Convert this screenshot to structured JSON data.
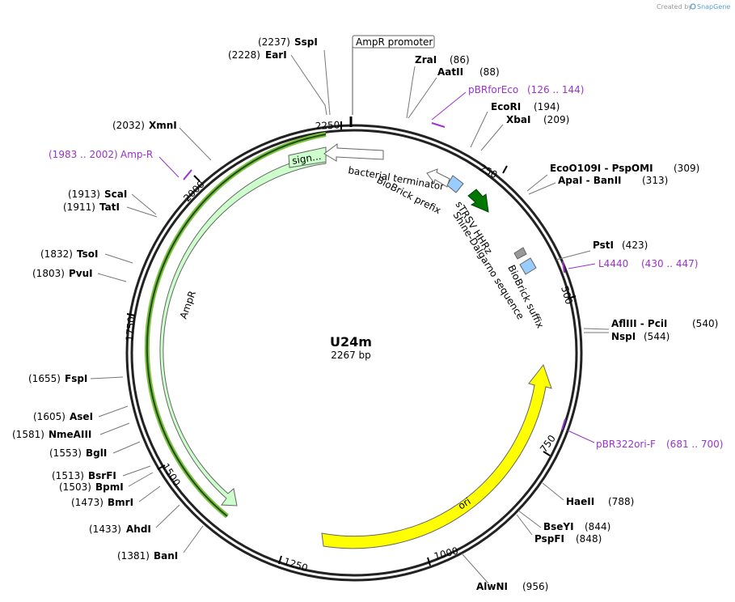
{
  "credit": {
    "created_by": "Created by",
    "brand": "SnapGene"
  },
  "plasmid": {
    "name": "U24m",
    "length_label": "2267 bp"
  },
  "ticks": [
    "250",
    "500",
    "750",
    "1000",
    "1250",
    "1500",
    "1750",
    "2000",
    "2250"
  ],
  "enzymes": [
    {
      "id": "sspi",
      "name": "SspI",
      "pos": "(2237)"
    },
    {
      "id": "eari",
      "name": "EarI",
      "pos": "(2228)"
    },
    {
      "id": "zrai",
      "name": "ZraI",
      "pos": "(86)"
    },
    {
      "id": "aatii",
      "name": "AatII",
      "pos": "(88)"
    },
    {
      "id": "ecori",
      "name": "EcoRI",
      "pos": "(194)"
    },
    {
      "id": "xbai",
      "name": "XbaI",
      "pos": "(209)"
    },
    {
      "id": "ecoo109i",
      "name": "EcoO109I  - PspOMI",
      "pos": "(309)"
    },
    {
      "id": "apai",
      "name": "ApaI  - BanII",
      "pos": "(313)"
    },
    {
      "id": "psti",
      "name": "PstI",
      "pos": "(423)"
    },
    {
      "id": "afliii",
      "name": "AflIII  - PciI",
      "pos": "(540)"
    },
    {
      "id": "nspi",
      "name": "NspI",
      "pos": "(544)"
    },
    {
      "id": "haeii",
      "name": "HaeII",
      "pos": "(788)"
    },
    {
      "id": "bseyi",
      "name": "BseYI",
      "pos": "(844)"
    },
    {
      "id": "pspfi",
      "name": "PspFI",
      "pos": "(848)"
    },
    {
      "id": "alwni",
      "name": "AlwNI",
      "pos": "(956)"
    },
    {
      "id": "bani",
      "name": "BanI",
      "pos": "(1381)"
    },
    {
      "id": "ahdi",
      "name": "AhdI",
      "pos": "(1433)"
    },
    {
      "id": "bmri",
      "name": "BmrI",
      "pos": "(1473)"
    },
    {
      "id": "bpmi",
      "name": "BpmI",
      "pos": "(1503)"
    },
    {
      "id": "bsrfi",
      "name": "BsrFI",
      "pos": "(1513)"
    },
    {
      "id": "bgli",
      "name": "BglI",
      "pos": "(1553)"
    },
    {
      "id": "nmeaiii",
      "name": "NmeAIII",
      "pos": "(1581)"
    },
    {
      "id": "asei",
      "name": "AseI",
      "pos": "(1605)"
    },
    {
      "id": "fspi",
      "name": "FspI",
      "pos": "(1655)"
    },
    {
      "id": "pvui",
      "name": "PvuI",
      "pos": "(1803)"
    },
    {
      "id": "tsoi",
      "name": "TsoI",
      "pos": "(1832)"
    },
    {
      "id": "tati",
      "name": "TatI",
      "pos": "(1911)"
    },
    {
      "id": "scai",
      "name": "ScaI",
      "pos": "(1913)"
    },
    {
      "id": "xmni",
      "name": "XmnI",
      "pos": "(2032)"
    }
  ],
  "primers": [
    {
      "id": "pbrforeco",
      "name": "pBRforEco",
      "range": "(126 .. 144)"
    },
    {
      "id": "l4440",
      "name": "L4440",
      "range": "(430 .. 447)"
    },
    {
      "id": "pbr322ori",
      "name": "pBR322ori-F",
      "range": "(681 .. 700)"
    },
    {
      "id": "ampr-primer",
      "name": "Amp-R",
      "range": "(1983 .. 2002)"
    }
  ],
  "features": {
    "ampr_promoter": "AmpR promoter",
    "bacterial_terminator": "bacterial terminator",
    "biobrick_prefix": "BioBrick prefix",
    "strsv_hhrz": "sTRSV HHRz",
    "shine_dalgarno": "Shine-Dalgarno sequence",
    "biobrick_suffix": "BioBrick suffix",
    "ampr": "AmpR",
    "sig": "sign...",
    "ori": "ori"
  },
  "colors": {
    "ampr_fill": "#ccffcc",
    "ori_fill": "#ffff00",
    "strsv_fill": "#007700",
    "biobrick_fill": "#99ccff",
    "shine_dalgarno_fill": "#999999",
    "primer": "#9933cc"
  }
}
